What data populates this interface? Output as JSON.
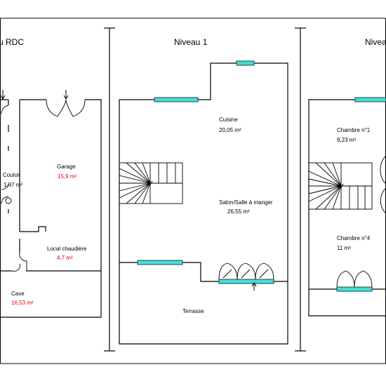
{
  "colors": {
    "wall": "#000000",
    "window": "#40e0d8",
    "area_black": "#000000",
    "area_red": "#e00000"
  },
  "levels": [
    {
      "title": "u RDC"
    },
    {
      "title": "Niveau 1"
    },
    {
      "title": "Niveau"
    }
  ],
  "rooms": {
    "couloir": {
      "name": "Couloir",
      "area": "1,97  m²"
    },
    "garage": {
      "name": "Garage",
      "area": "15,9  m²"
    },
    "local_chaudiere": {
      "name": "Local chaudière",
      "area": "4,7  m²"
    },
    "cave": {
      "name": "Cave",
      "area": "16,53  m²"
    },
    "cuisine": {
      "name": "Cuisine",
      "area": "20,05  m²"
    },
    "salon": {
      "name": "Salon/Salle à manger",
      "area": "26,55  m²"
    },
    "terrasse": {
      "name": "Terrasse"
    },
    "chambre1": {
      "name": "Chambre n°1",
      "area": "9,23  m²"
    },
    "chambre4": {
      "name": "Chambre n°4",
      "area": "11  m²"
    }
  }
}
